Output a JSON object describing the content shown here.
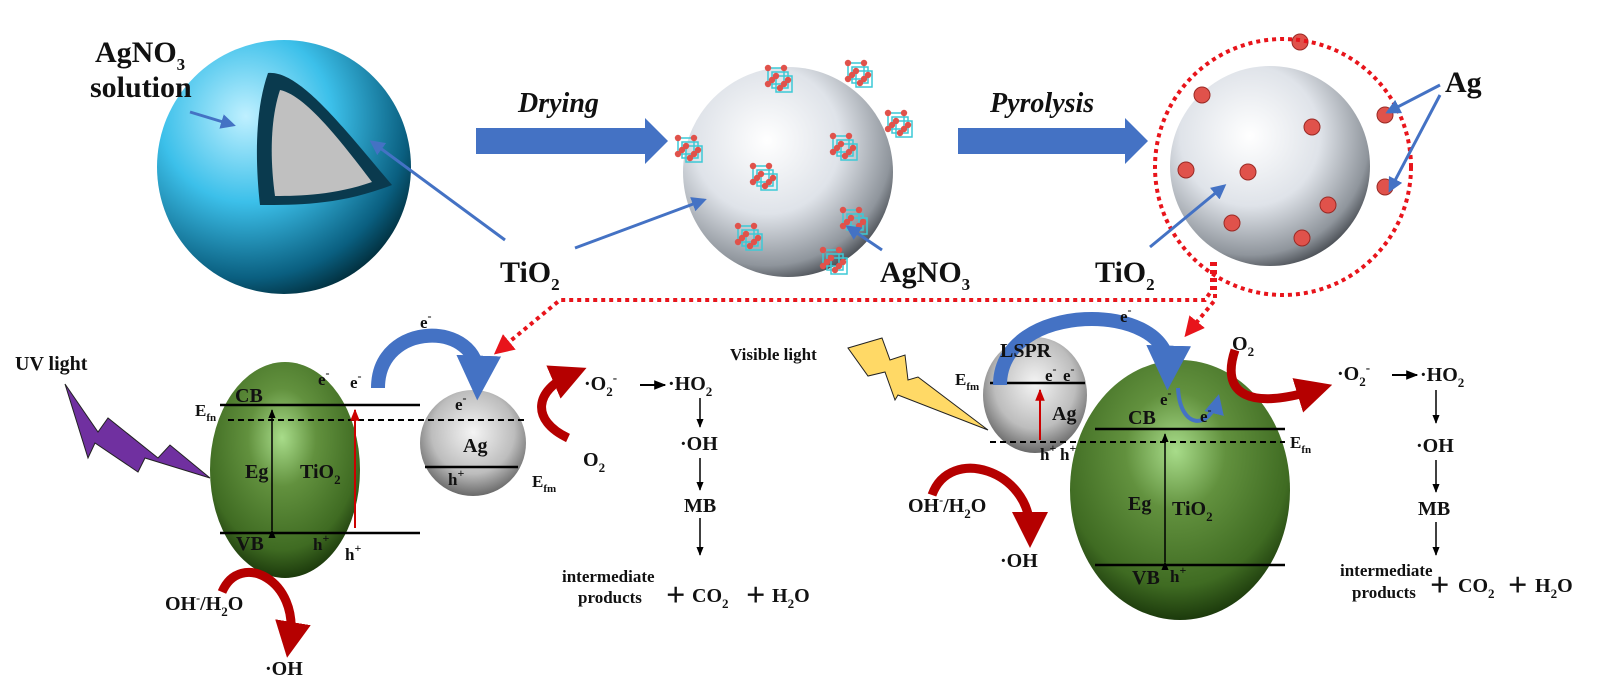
{
  "top": {
    "solution_label": {
      "base": "AgNO",
      "sub": "3",
      "line2": "solution"
    },
    "drying_label": "Drying",
    "pyrolysis_label": "Pyrolysis",
    "tio2_label_1": {
      "base": "TiO",
      "sub": "2"
    },
    "agno3_label": {
      "base": "AgNO",
      "sub": "3"
    },
    "tio2_label_2": {
      "base": "TiO",
      "sub": "2"
    },
    "ag_label": "Ag"
  },
  "uv_panel": {
    "light_label": "UV light",
    "e_top": {
      "base": "e",
      "sup": "-"
    },
    "e1": {
      "base": "e",
      "sup": "-"
    },
    "e2": {
      "base": "e",
      "sup": "-"
    },
    "cb": "CB",
    "vb": "VB",
    "efn": {
      "base": "E",
      "sub": "fn"
    },
    "eg": "Eg",
    "tio2": {
      "base": "TiO",
      "sub": "2"
    },
    "h1": {
      "base": "h",
      "sup": "+"
    },
    "h2": {
      "base": "h",
      "sup": "+"
    },
    "ag": "Ag",
    "ag_e": {
      "base": "e",
      "sup": "-"
    },
    "ag_h": {
      "base": "h",
      "sup": "+"
    },
    "efm": {
      "base": "E",
      "sub": "fm"
    },
    "o2": {
      "base": "O",
      "sub": "2"
    },
    "superoxide": {
      "base": "·O",
      "sub": "2",
      "sup": "-"
    },
    "hydroperoxyl": {
      "base": "·HO",
      "sub": "2"
    },
    "oh": "·OH",
    "mb": "MB",
    "intermediate": "intermediate",
    "products": "products",
    "plus1": "+",
    "co2": {
      "base": "CO",
      "sub": "2"
    },
    "plus2": "+",
    "h2o": {
      "base": "H",
      "sub": "2",
      "tail": "O"
    },
    "oh_h2o": {
      "a": "OH",
      "sup": "-",
      "b": "/H",
      "sub": "2",
      "c": "O"
    },
    "oh_radical": "·OH"
  },
  "vis_panel": {
    "light_label": "Visible light",
    "lspr": "LSPR",
    "e_top": {
      "base": "e",
      "sup": "-"
    },
    "efm": {
      "base": "E",
      "sub": "fm"
    },
    "ag_e1": {
      "base": "e",
      "sup": "-"
    },
    "ag_e2": {
      "base": "e",
      "sup": "-"
    },
    "ag": "Ag",
    "ag_h1": {
      "base": "h",
      "sup": "+"
    },
    "ag_h2": {
      "base": "h",
      "sup": "+"
    },
    "o2": {
      "base": "O",
      "sub": "2"
    },
    "e1": {
      "base": "e",
      "sup": "-"
    },
    "e2": {
      "base": "e",
      "sup": "-"
    },
    "cb": "CB",
    "vb": "VB",
    "efn": {
      "base": "E",
      "sub": "fn"
    },
    "eg": "Eg",
    "tio2": {
      "base": "TiO",
      "sub": "2"
    },
    "h": {
      "base": "h",
      "sup": "+"
    },
    "superoxide": {
      "base": "·O",
      "sub": "2",
      "sup": "-"
    },
    "hydroperoxyl": {
      "base": "·HO",
      "sub": "2"
    },
    "oh": "·OH",
    "mb": "MB",
    "intermediate": "intermediate",
    "products": "products",
    "plus1": "+",
    "co2": {
      "base": "CO",
      "sub": "2"
    },
    "plus2": "+",
    "h2o": {
      "base": "H",
      "sub": "2",
      "tail": "O"
    },
    "oh_h2o": {
      "a": "OH",
      "sup": "-",
      "b": "/H",
      "sub": "2",
      "c": "O"
    },
    "oh_radical": "·OH"
  },
  "colors": {
    "arrow_blue": "#4472c4",
    "dotted_red": "#e8141b",
    "curved_red": "#b50000",
    "uv_bolt": "#7030a0",
    "visible_bolt": "#ffd966",
    "tio2_green": "#4f7a2a"
  }
}
